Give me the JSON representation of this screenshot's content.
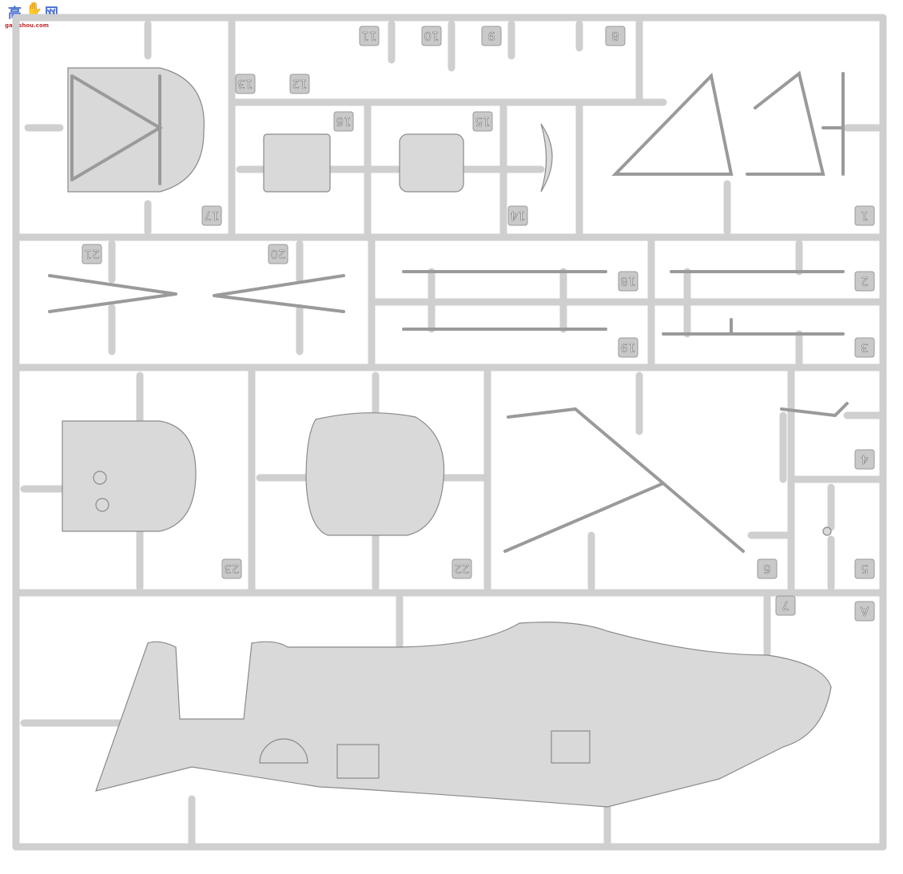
{
  "watermark": {
    "text": "高手网",
    "url_text": "gao.shou.com"
  },
  "sprue": {
    "letter": "A",
    "part_numbers": [
      "1",
      "2",
      "3",
      "4",
      "5",
      "6",
      "7",
      "8",
      "9",
      "10",
      "11",
      "12",
      "13",
      "14",
      "15",
      "16",
      "17",
      "18",
      "19",
      "20",
      "21",
      "22",
      "23"
    ]
  }
}
